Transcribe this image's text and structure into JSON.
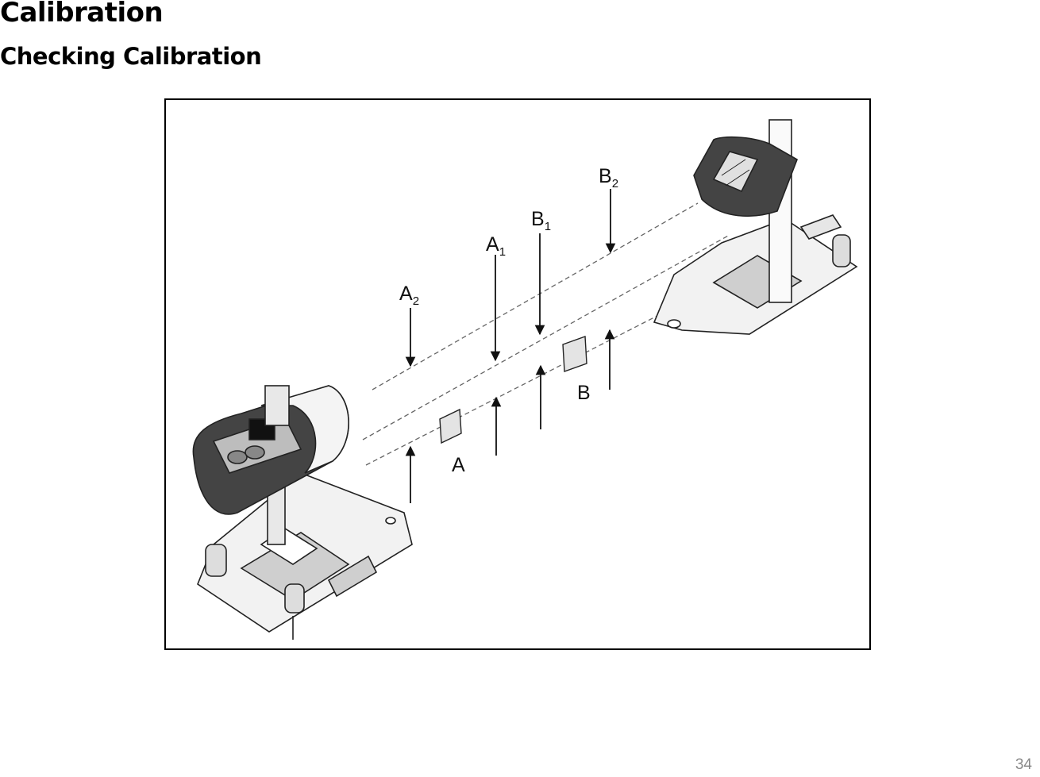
{
  "page": {
    "title": "Calibration",
    "subtitle": "Checking Calibration",
    "page_number": "34"
  },
  "figure": {
    "labels": {
      "a2": "A",
      "a2_sub": "2",
      "a1": "A",
      "a1_sub": "1",
      "b1": "B",
      "b1_sub": "1",
      "b2": "B",
      "b2_sub": "2",
      "target_a": "A",
      "target_b": "B"
    }
  }
}
